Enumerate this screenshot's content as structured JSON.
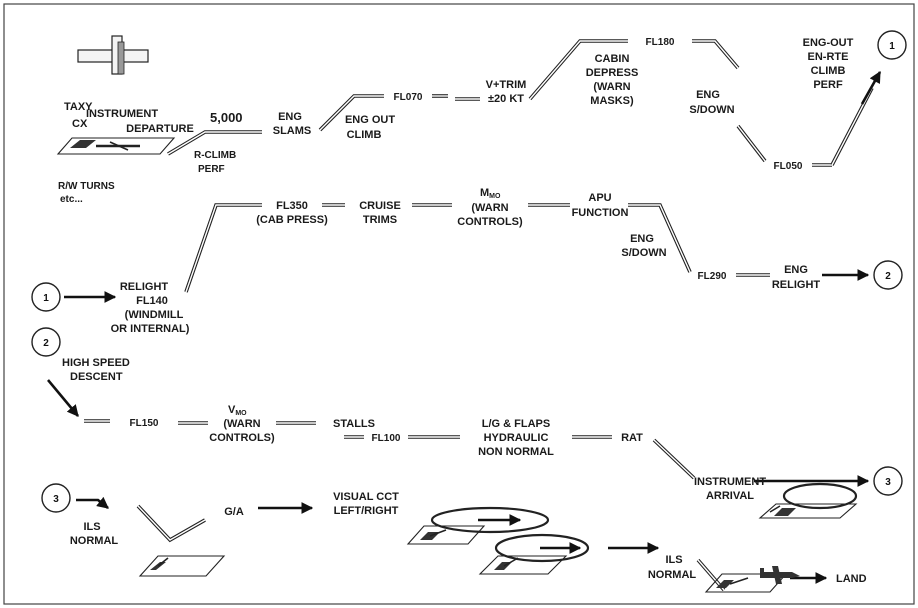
{
  "diagram": {
    "row1": {
      "taxy": "TAXY",
      "cx": "CX",
      "instrument_departure": [
        "INSTRUMENT",
        "DEPARTURE"
      ],
      "altitude": "5,000",
      "r_climb_perf": [
        "R-CLIMB",
        "PERF"
      ],
      "rw_turns": [
        "R/W TURNS",
        "etc..."
      ],
      "eng_slams": [
        "ENG",
        "SLAMS"
      ],
      "eng_out_climb": [
        "ENG OUT",
        "CLIMB"
      ],
      "fl070": "FL070",
      "v_trim": [
        "V+TRIM",
        "±20 KT"
      ],
      "cabin_depress": [
        "CABIN",
        "DEPRESS",
        "(WARN",
        "MASKS)"
      ],
      "fl180": "FL180",
      "eng_sdown": [
        "ENG",
        "S/DOWN"
      ],
      "fl050": "FL050",
      "eng_out_enrte": [
        "ENG-OUT",
        "EN-RTE",
        "CLIMB",
        "PERF"
      ],
      "connector_out": "1"
    },
    "row2": {
      "connector_in": "1",
      "relight": [
        "RELIGHT",
        "FL140",
        "(WINDMILL",
        "OR INTERNAL)"
      ],
      "fl350": [
        "FL350",
        "(CAB PRESS)"
      ],
      "cruise_trims": [
        "CRUISE",
        "TRIMS"
      ],
      "mmo_main": "M",
      "mmo_sub": "MO",
      "mmo_warn": [
        "(WARN",
        "CONTROLS)"
      ],
      "apu_function": [
        "APU",
        "FUNCTION"
      ],
      "eng_sdown": [
        "ENG",
        "S/DOWN"
      ],
      "fl290": "FL290",
      "eng_relight": [
        "ENG",
        "RELIGHT"
      ],
      "connector_out": "2"
    },
    "row3": {
      "connector_in": "2",
      "high_speed_descent": [
        "HIGH SPEED",
        "DESCENT"
      ],
      "fl150": "FL150",
      "vmo_main": "V",
      "vmo_sub": "MO",
      "vmo_warn": [
        "(WARN",
        "CONTROLS)"
      ],
      "stalls": "STALLS",
      "fl100": "FL100",
      "lg_flaps": [
        "L/G & FLAPS",
        "HYDRAULIC",
        "NON NORMAL"
      ],
      "rat": "RAT",
      "instrument_arrival": [
        "INSTRUMENT",
        "ARRIVAL"
      ],
      "connector_out": "3"
    },
    "row4": {
      "connector_in": "3",
      "ils_normal_1": [
        "ILS",
        "NORMAL"
      ],
      "ga": "G/A",
      "visual_cct": [
        "VISUAL CCT",
        "LEFT/RIGHT"
      ],
      "ils_normal_2": [
        "ILS",
        "NORMAL"
      ],
      "land": "LAND"
    }
  }
}
